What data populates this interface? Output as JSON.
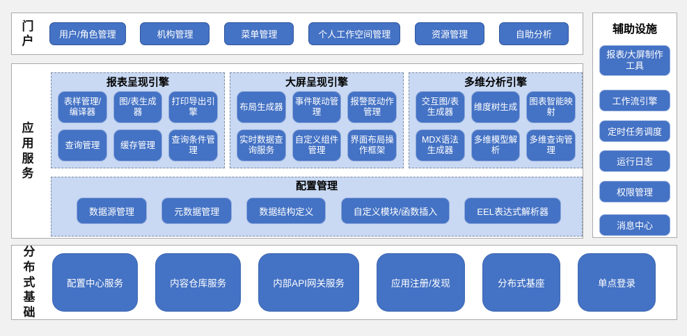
{
  "colors": {
    "page_background": "#f1f1f1",
    "section_background": "#ffffff",
    "section_border": "#a9a9a9",
    "node_fill": "#4472c4",
    "node_text": "#ffffff",
    "panel_fill": "#c9d9f3",
    "dashed_border": "#7e8aa0",
    "node_border_light": "#8fa9dc",
    "node_border_dark": "#30569c",
    "title_text": "#000000"
  },
  "portal": {
    "label": "门户",
    "buttons": [
      "用户/角色管理",
      "机构管理",
      "菜单管理",
      "个人工作空间管理",
      "资源管理",
      "自助分析"
    ]
  },
  "app_services": {
    "label": "应用服务",
    "groups": [
      {
        "title": "报表呈现引擎",
        "buttons": [
          "表样管理/编译器",
          "图/表生成器",
          "打印导出引擎",
          "查询管理",
          "缓存管理",
          "查询条件管理"
        ]
      },
      {
        "title": "大屏呈现引擎",
        "buttons": [
          "布局生成器",
          "事件联动管理",
          "报警既动作管理",
          "实时数据查询服务",
          "自定义组件管理",
          "界面布局操作框架"
        ]
      },
      {
        "title": "多维分析引擎",
        "buttons": [
          "交互图/表生成器",
          "维度树生成",
          "图表智能映射",
          "MDX语法生成器",
          "多维模型解析",
          "多维查询管理"
        ]
      }
    ],
    "config": {
      "title": "配置管理",
      "buttons": [
        "数据源管理",
        "元数据管理",
        "数据结构定义",
        "自定义模块/函数插入",
        "EEL表达式解析器"
      ]
    }
  },
  "auxiliary": {
    "title": "辅助设施",
    "buttons": [
      "报表/大屏制作工具",
      "工作流引擎",
      "定时任务调度",
      "运行日志",
      "权限管理",
      "消息中心"
    ]
  },
  "distributed": {
    "label": "分布式基础",
    "buttons": [
      "配置中心服务",
      "内容仓库服务",
      "内部API网关服务",
      "应用注册/发现",
      "分布式基座",
      "单点登录"
    ]
  }
}
